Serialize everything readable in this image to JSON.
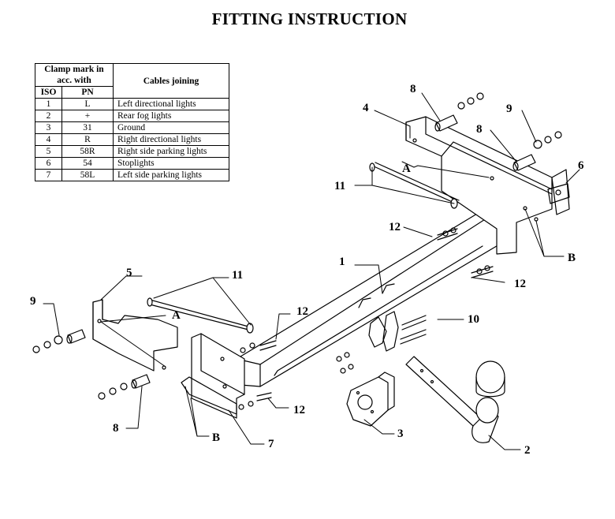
{
  "title": "FITTING INSTRUCTION",
  "table": {
    "header_clamp": "Clamp mark in acc. with",
    "header_iso": "ISO",
    "header_pn": "PN",
    "header_cables": "Cables joining",
    "rows": [
      {
        "iso": "1",
        "pn": "L",
        "desc": "Left directional lights"
      },
      {
        "iso": "2",
        "pn": "+",
        "desc": "Rear fog lights"
      },
      {
        "iso": "3",
        "pn": "31",
        "desc": "Ground"
      },
      {
        "iso": "4",
        "pn": "R",
        "desc": "Right directional lights"
      },
      {
        "iso": "5",
        "pn": "58R",
        "desc": "Right side parking lights"
      },
      {
        "iso": "6",
        "pn": "54",
        "desc": "Stoplights"
      },
      {
        "iso": "7",
        "pn": "58L",
        "desc": "Left side parking lights"
      }
    ]
  },
  "labels": {
    "p1": "1",
    "p2": "2",
    "p3": "3",
    "p4": "4",
    "p5": "5",
    "p6": "6",
    "p7": "7",
    "p8_top1": "8",
    "p8_top2": "8",
    "p8_left": "8",
    "p9_right": "9",
    "p9_left": "9",
    "p10": "10",
    "p11_top": "11",
    "p11_left": "11",
    "p12_top": "12",
    "p12_right": "12",
    "p12_mid": "12",
    "p12_low": "12",
    "A_top": "A",
    "A_left": "A",
    "B_right": "B",
    "B_left": "B"
  }
}
